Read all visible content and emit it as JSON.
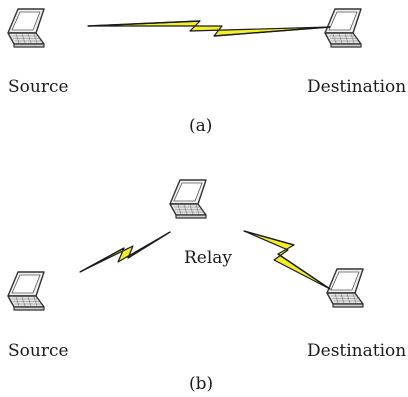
{
  "panel_a": {
    "caption": "(a)",
    "source_label": "Source",
    "destination_label": "Destination"
  },
  "panel_b": {
    "caption": "(b)",
    "source_label": "Source",
    "relay_label": "Relay",
    "destination_label": "Destination"
  },
  "colors": {
    "bolt_fill": "#f4ee2a",
    "bolt_stroke": "#1a1a1a",
    "laptop_lid": "#f2f2f2",
    "laptop_body": "#e6e6e6",
    "laptop_screen": "#ffffff",
    "laptop_outline": "#333333"
  }
}
